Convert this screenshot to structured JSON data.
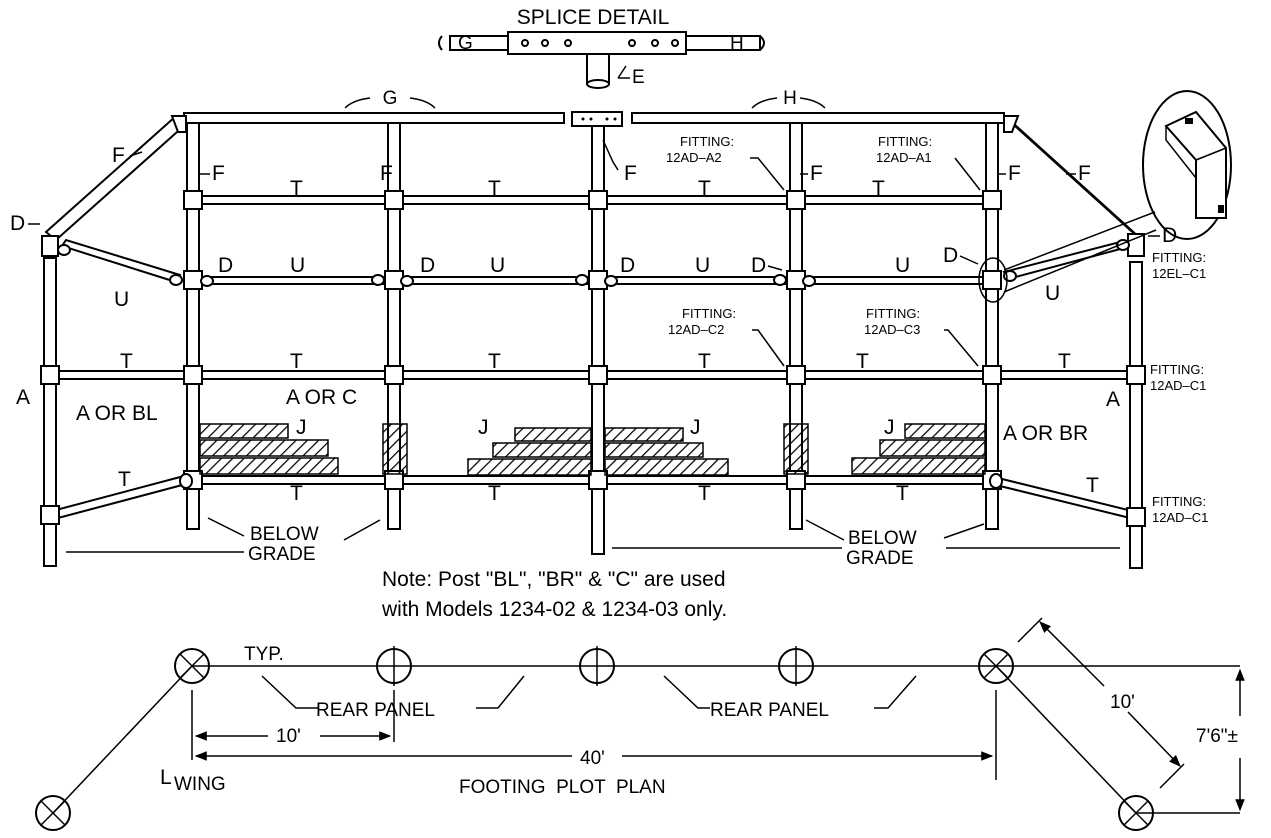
{
  "splice": {
    "title": "SPLICE DETAIL",
    "left": "G",
    "right": "H",
    "center": "E"
  },
  "top_labels": {
    "g": "G",
    "h": "H"
  },
  "part_labels": {
    "F": "F",
    "D": "D",
    "U": "U",
    "T": "T",
    "A": "A",
    "J": "J",
    "a_or_bl": "A OR BL",
    "a_or_c": "A OR C",
    "a_or_br": "A OR BR"
  },
  "fittings": {
    "a2": [
      "FITTING:",
      "12AD–A2"
    ],
    "a1": [
      "FITTING:",
      "12AD–A1"
    ],
    "el_c1": [
      "FITTING:",
      "12EL–C1"
    ],
    "c2": [
      "FITTING:",
      "12AD–C2"
    ],
    "c3": [
      "FITTING:",
      "12AD–C3"
    ],
    "c1_mid": [
      "FITTING:",
      "12AD–C1"
    ],
    "c1_low": [
      "FITTING:",
      "12AD–C1"
    ]
  },
  "below_grade": [
    "BELOW",
    "GRADE"
  ],
  "note": [
    "Note: Post \"BL\", \"BR\" & \"C\" are used",
    "with Models 1234-02 & 1234-03 only."
  ],
  "plan": {
    "typ": "TYP.",
    "rear_panel": "REAR PANEL",
    "dim_10": "10'",
    "dim_40": "40'",
    "dim_10_diag": "10'",
    "dim_7_6": "7'6\"±",
    "wing_l": "L",
    "wing": "WING",
    "title": "FOOTING  PLOT  PLAN"
  }
}
